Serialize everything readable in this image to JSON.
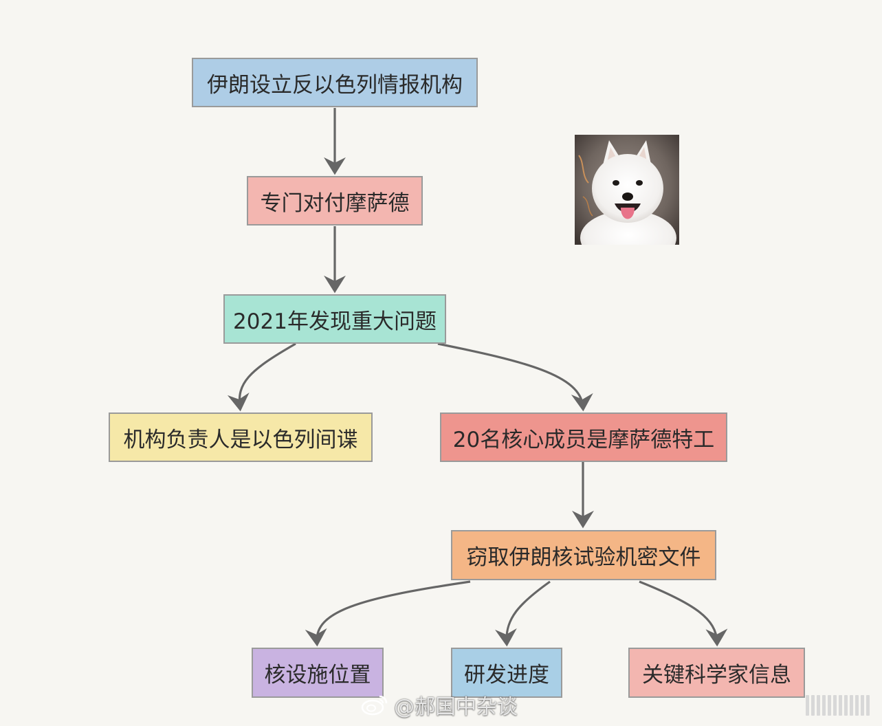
{
  "nodes": {
    "n1": "伊朗设立反以色列情报机构",
    "n2": "专门对付摩萨德",
    "n3": "2021年发现重大问题",
    "n4": "机构负责人是以色列间谍",
    "n5": "20名核心成员是摩萨德特工",
    "n6": "窃取伊朗核试验机密文件",
    "n7": "核设施位置",
    "n8": "研发进度",
    "n9": "关键科学家信息"
  },
  "colors": {
    "n1": "#aecde6",
    "n2": "#f3b6b0",
    "n3": "#a8e4d4",
    "n4": "#f6e8a8",
    "n5": "#ee958e",
    "n6": "#f4b686",
    "n7": "#c9b3e1",
    "n8": "#a9cfe6",
    "n9": "#f3b6b0",
    "link": "#666666",
    "background": "#f7f6f2"
  },
  "links": [
    {
      "from": "n1",
      "to": "n2"
    },
    {
      "from": "n2",
      "to": "n3"
    },
    {
      "from": "n3",
      "to": "n4"
    },
    {
      "from": "n3",
      "to": "n5"
    },
    {
      "from": "n5",
      "to": "n6"
    },
    {
      "from": "n6",
      "to": "n7"
    },
    {
      "from": "n6",
      "to": "n8"
    },
    {
      "from": "n6",
      "to": "n9"
    }
  ],
  "image": {
    "icon": "samoyed-dog-photo"
  },
  "watermark": {
    "icon": "weibo-logo-icon",
    "text": "@郝国中杂谈"
  },
  "toolbar": {
    "icon": "image-viewer-toolbar-icon"
  }
}
